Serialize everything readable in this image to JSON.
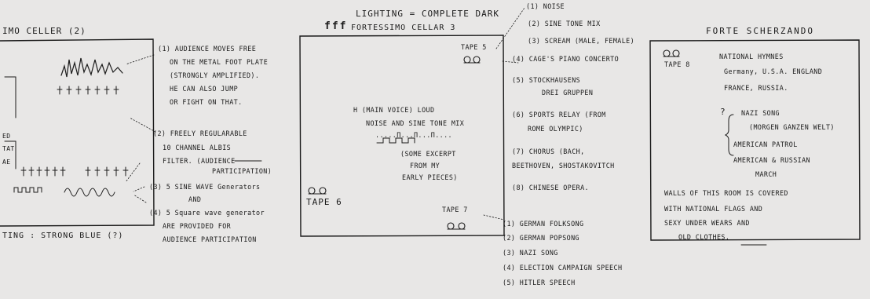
{
  "left_room": {
    "title_line": "IMO CELLER   (2)",
    "side_labels": [
      "ED",
      "TAT",
      "AE"
    ],
    "lighting_note": "TING : STRONG  BLUE (?)",
    "notes": [
      {
        "text": "(1) AUDIENCE MOVES FREE"
      },
      {
        "text": "ON THE METAL FOOT PLATE"
      },
      {
        "text": "(STRONGLY AMPLIFIED)."
      },
      {
        "text": "HE CAN ALSO JUMP"
      },
      {
        "text": "OR FIGHT ON THAT."
      },
      {
        "text": "(2) FREELY REGULARABLE"
      },
      {
        "text": "10 CHANNEL ALBIS"
      },
      {
        "text": "FILTER. (AUDIENCE"
      },
      {
        "text": "PARTICIPATION)"
      },
      {
        "text": "(3) 5  SINE WAVE Generators"
      },
      {
        "text": "AND"
      },
      {
        "text": "(4) 5 Square wave generator"
      },
      {
        "text": "ARE PROVIDED FOR"
      },
      {
        "text": "AUDIENCE  PARTICIPATION"
      }
    ]
  },
  "center_room": {
    "lighting": "LIGHTING = COMPLETE DARK",
    "dynamic": "fff",
    "title": "FORTESSIMO CELLAR 3",
    "main_voice_1": "H (MAIN VOICE) LOUD",
    "main_voice_2": "NOISE AND SINE TONE MIX",
    "wave": ".....Π...Π...Π....",
    "excerpt_1": "(SOME EXCERPT",
    "excerpt_2": "FROM MY",
    "excerpt_3": "EARLY PIECES)",
    "tape5": "TAPE 5",
    "tape6": "TAPE 6",
    "tape7": "TAPE 7",
    "tape5_list": [
      "(1) NOISE",
      "(2) SINE TONE MIX",
      "(3) SCREAM (MALE, FEMALE)",
      "(4) CAGE'S PIANO CONCERTO",
      "(5) STOCKHAUSENS",
      "DREI GRUPPEN",
      "(6) SPORTS RELAY (FROM",
      "ROME OLYMPIC)",
      "(7) CHORUS (BACH,",
      "BEETHOVEN, SHOSTAKOVITCH",
      "(8) CHINESE  OPERA."
    ],
    "tape7_list": [
      "(1) GERMAN FOLKSONG",
      "(2) GERMAN POPSONG",
      "(3) NAZI SONG",
      "(4) ELECTION CAMPAIGN SPEECH",
      "(5) HITLER SPEECH"
    ]
  },
  "right_room": {
    "title": "FORTE   SCHERZANDO",
    "tape8": "TAPE 8",
    "anthems_1": "NATIONAL HYMNES",
    "anthems_2": "Germany, U.S.A. ENGLAND",
    "anthems_3": "FRANCE, RUSSIA.",
    "q": "?",
    "nazi_1": "NAZI SONG",
    "nazi_2": "(MORGEN GANZEN WELT)",
    "patrol": "AMERICAN PATROL",
    "march_1": "AMERICAN & RUSSIAN",
    "march_2": "MARCH",
    "walls_1": "WALLS OF THIS ROOM IS  COVERED",
    "walls_2": "WITH  NATIONAL FLAGS  AND",
    "walls_3": "SEXY  UNDER WEARS  AND",
    "walls_4": "OLD   CLOTHES."
  }
}
